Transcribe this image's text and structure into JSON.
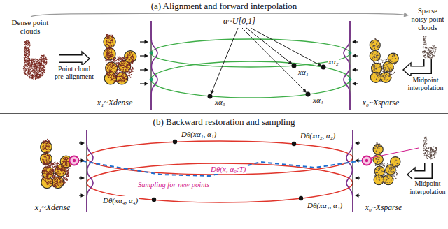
{
  "diagram": {
    "nodes": [
      {
        "text": [
          "(a) Alignment and forward interpolation"
        ]
      },
      {
        "text": [
          "Dense point clouds"
        ],
        "in": 0
      },
      {
        "text": [
          "x₁~Xdense"
        ],
        "in": 0
      },
      {
        "text": [
          "Sparse noisy point clouds"
        ],
        "in": 0
      },
      {
        "text": [
          "x₀~Xsparse"
        ],
        "in": 0
      },
      {
        "text": [
          "(b) Backward restoration and sampling"
        ]
      },
      {
        "text": [
          "x₁~Xdense"
        ],
        "in": 5
      },
      {
        "text": [
          "x₀~Xsparse"
        ],
        "in": 5
      }
    ],
    "edges": [
      {
        "from": 1,
        "to": 2,
        "arrow": "to",
        "label": "Point cloud pre-alignment"
      },
      {
        "from": 3,
        "to": 4,
        "arrow": "to",
        "label": "Midpoint interpolation"
      },
      {
        "from": 1,
        "to": 3,
        "arrow": "to"
      }
    ],
    "labels": [
      "α~U[0,1]",
      "xα₁",
      "xα₂",
      "xα₃",
      "xα₄",
      "Midpoint interpolation",
      "Dθ(xα₁, α₁)",
      "Dθ(xα₂, α₂)",
      "Dθ(x, α₀:T)",
      "Sampling for new points",
      "Dθ(xα₃, α₃)",
      "Dθ(xα₄, α₄)"
    ]
  }
}
